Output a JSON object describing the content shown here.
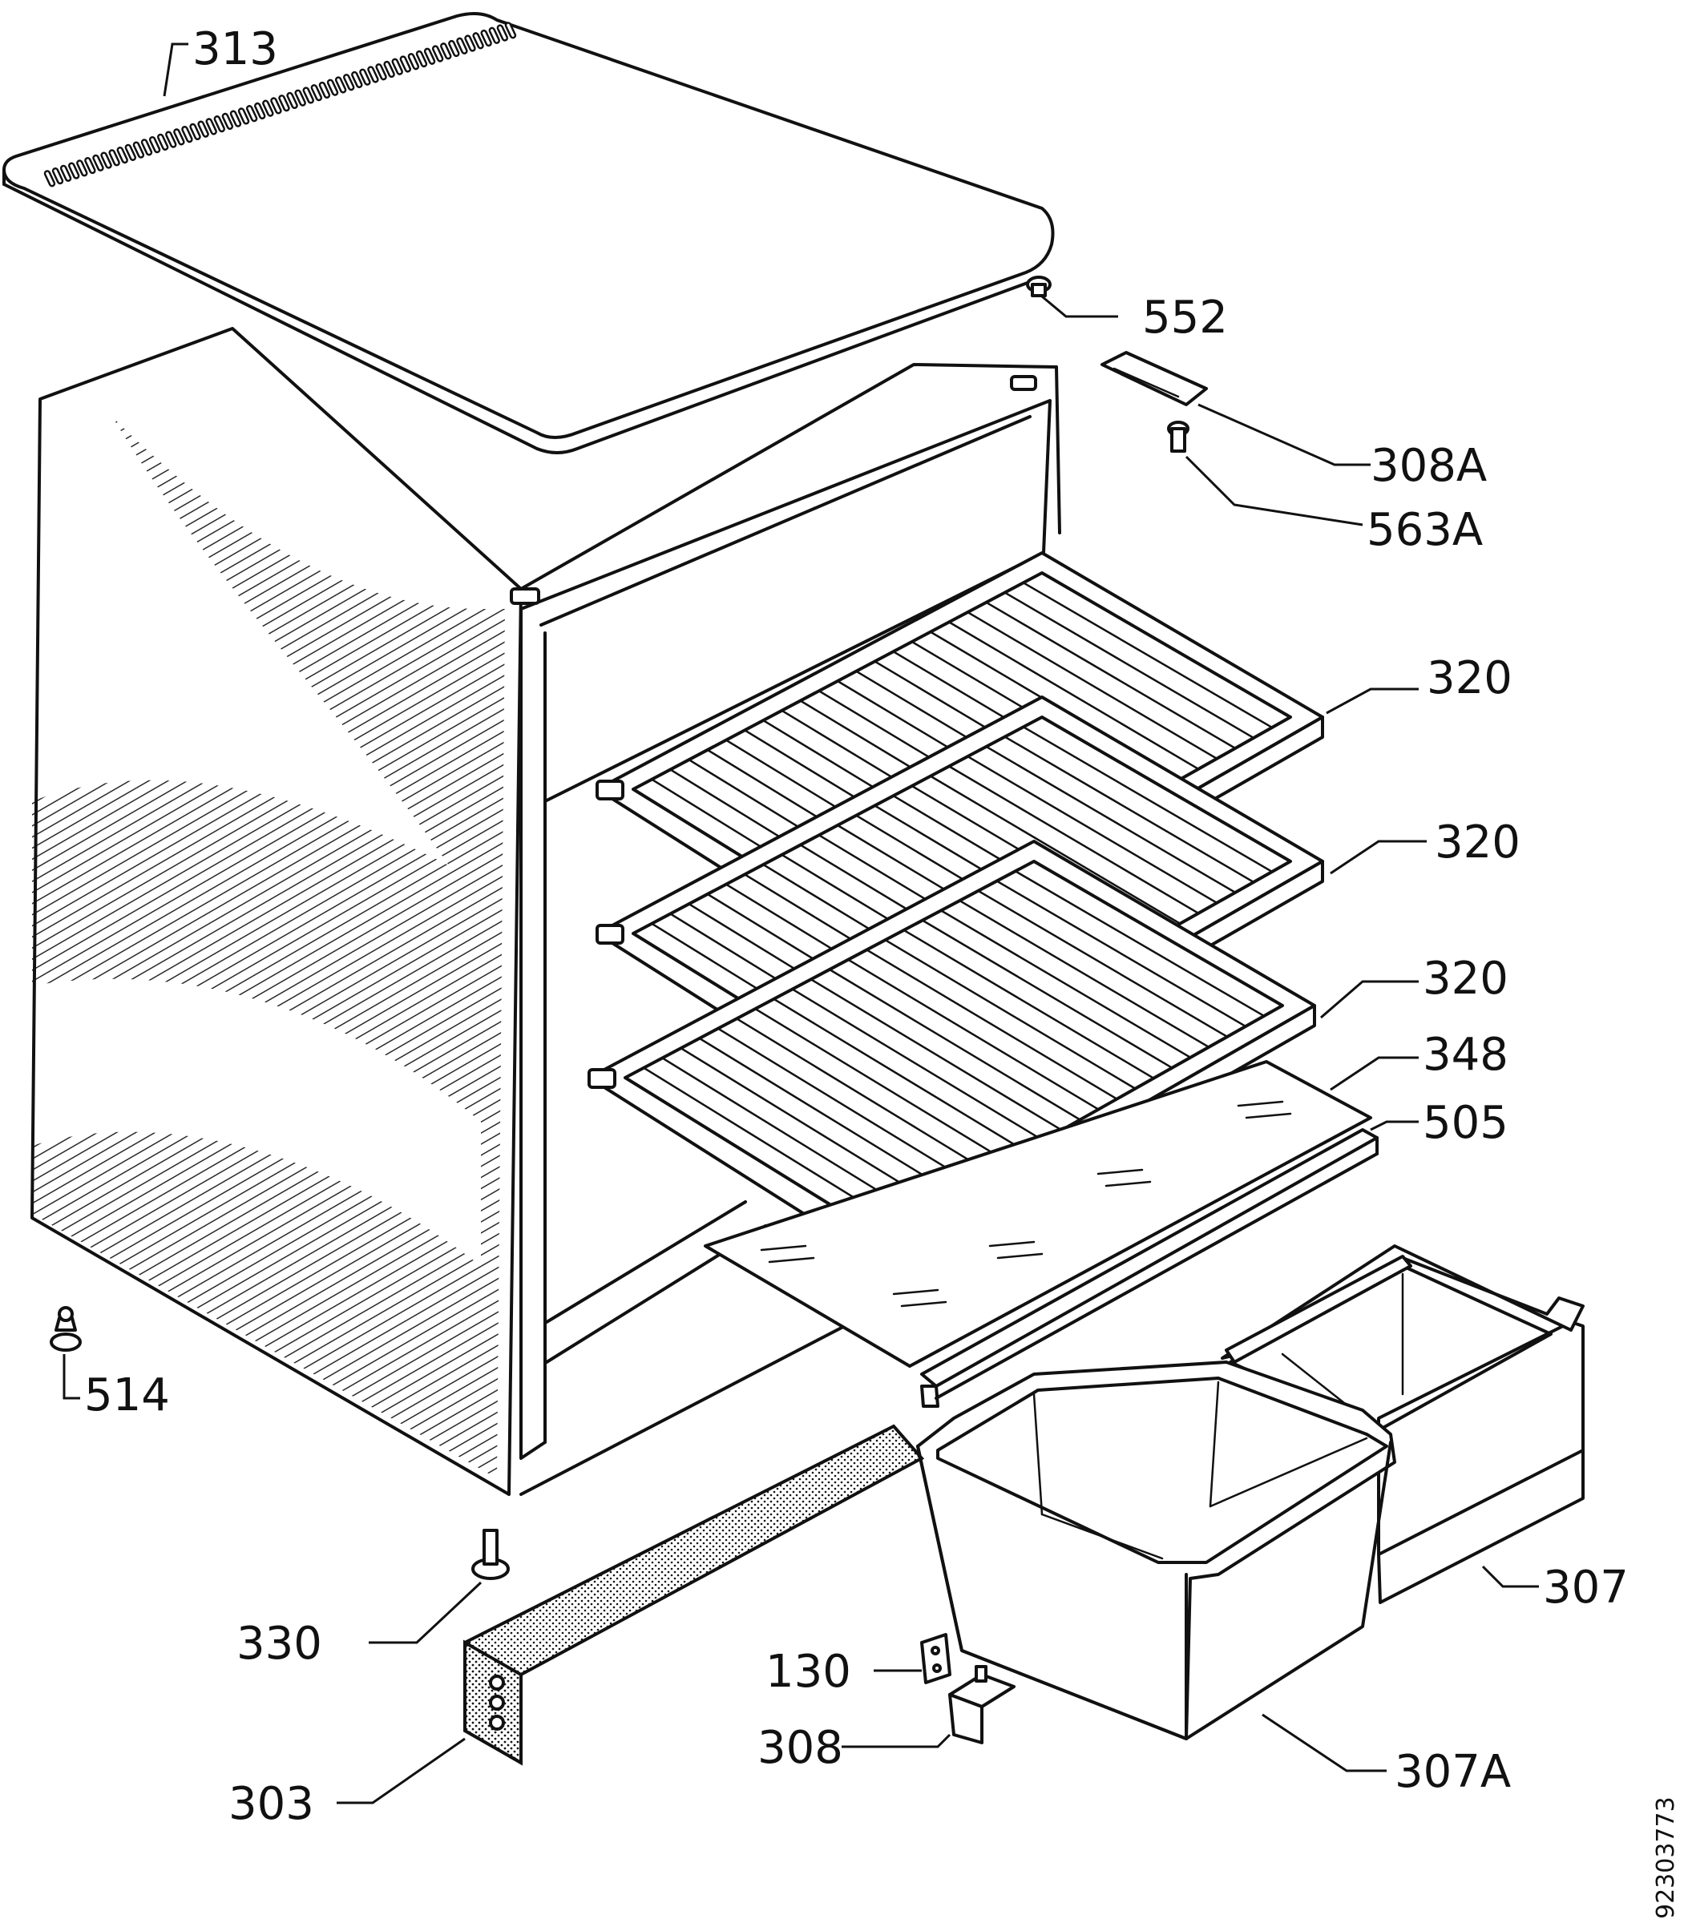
{
  "callouts": {
    "top_cover": "313",
    "screw_top": "552",
    "hinge_top": "308A",
    "pin_top": "563A",
    "shelf_1": "320",
    "shelf_2": "320",
    "shelf_3": "320",
    "glass_shelf": "348",
    "glass_trim": "505",
    "foot": "514",
    "crisper_right": "307",
    "adjust_foot": "330",
    "bracket": "130",
    "hinge_bottom": "308",
    "crisper_left": "307A",
    "kick_plate": "303"
  },
  "drawing_number": "92303773"
}
